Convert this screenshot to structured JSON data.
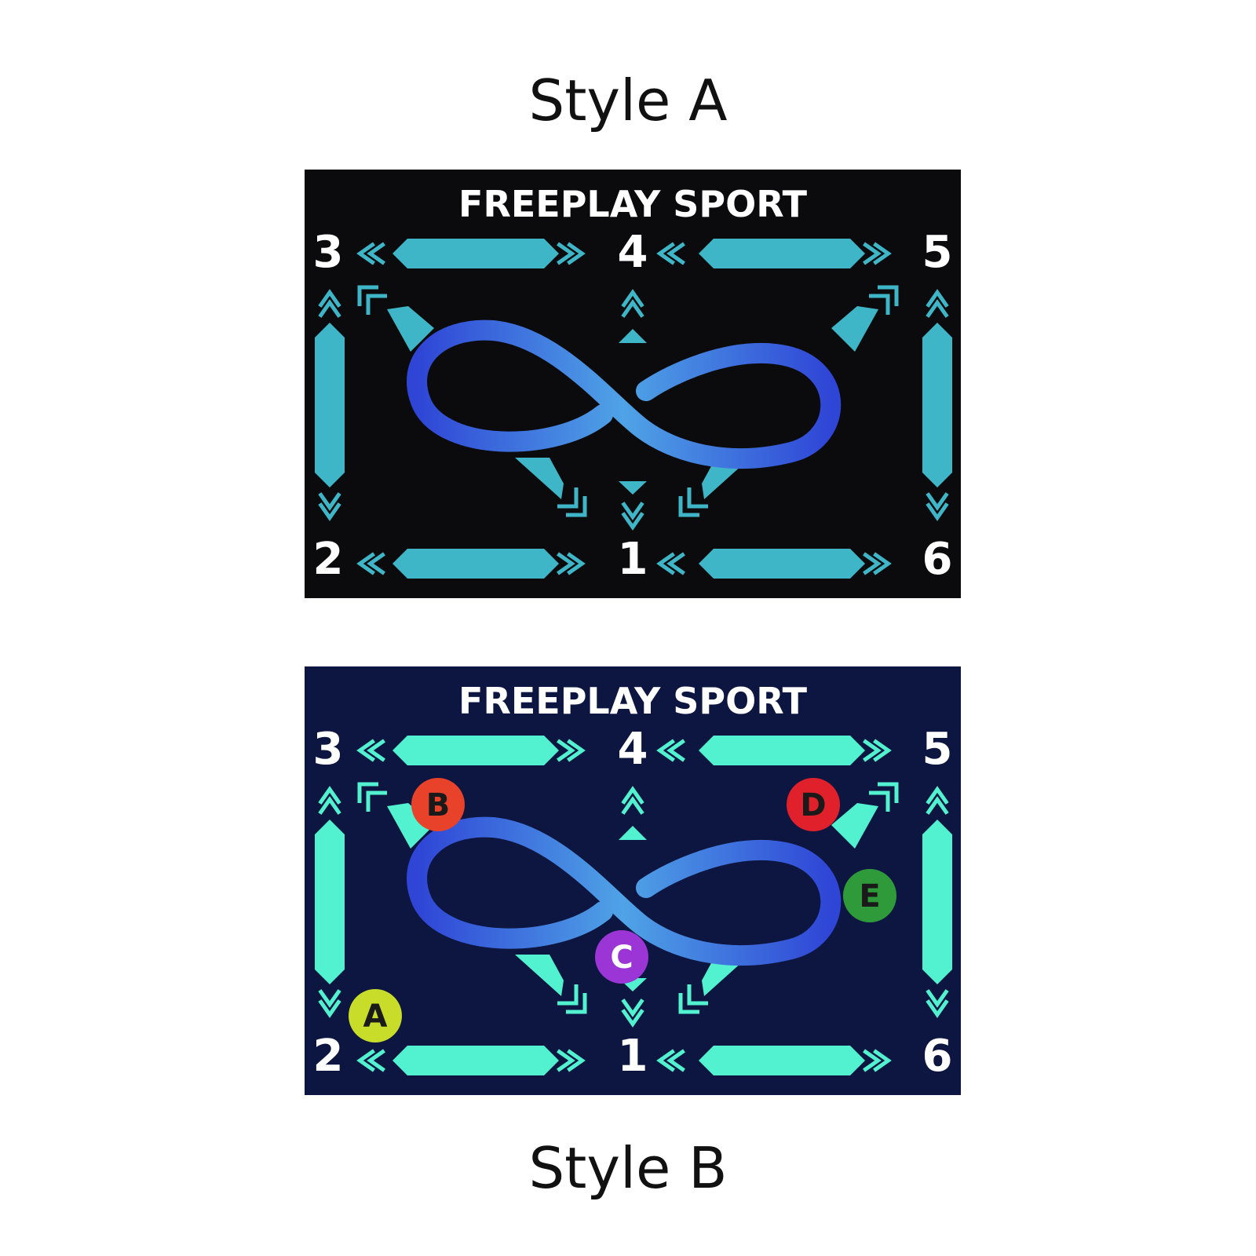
{
  "labels": {
    "style_a": "Style A",
    "style_b": "Style B"
  },
  "mat_title": "FREEPLAY SPORT",
  "numbers": {
    "n1": "1",
    "n2": "2",
    "n3": "3",
    "n4": "4",
    "n5": "5",
    "n6": "6"
  },
  "markers": [
    {
      "letter": "A",
      "color": "#c8dc2a",
      "text_color": "#1a1a1a"
    },
    {
      "letter": "B",
      "color": "#e8432a",
      "text_color": "#1a1a1a"
    },
    {
      "letter": "C",
      "color": "#9b35d6",
      "text_color": "#ffffff"
    },
    {
      "letter": "D",
      "color": "#e0212b",
      "text_color": "#1a1a1a"
    },
    {
      "letter": "E",
      "color": "#2f9a3a",
      "text_color": "#1a1a1a"
    }
  ],
  "colors": {
    "style_a_background": "#0b0b0d",
    "style_a_accent": "#3fb6c8",
    "style_b_background": "#0c1640",
    "style_b_accent": "#52f2d0",
    "infinity_light": "#4fa3e6",
    "infinity_dark": "#2f45d6"
  },
  "icons": [
    "infinity-icon",
    "double-chevron-left-icon",
    "double-chevron-right-icon",
    "double-chevron-up-icon",
    "double-chevron-down-icon",
    "corner-arrow-icon"
  ]
}
